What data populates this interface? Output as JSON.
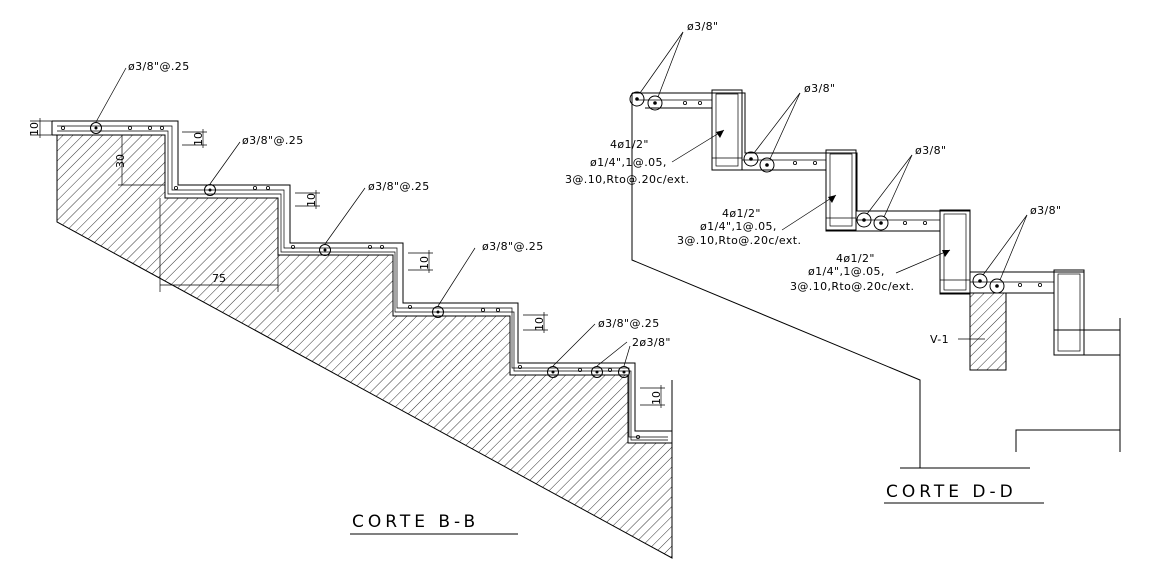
{
  "section_bb": {
    "title": "CORTE B-B",
    "rebar_labels": [
      "ø3/8\"@.25",
      "ø3/8\"@.25",
      "ø3/8\"@.25",
      "ø3/8\"@.25",
      "ø3/8\"@.25"
    ],
    "rebar_label_end": "2ø3/8\"",
    "dim_10": "10",
    "dim_30": "30",
    "dim_75": "75"
  },
  "section_dd": {
    "title": "CORTE D-D",
    "rebar_label": "ø3/8\"",
    "beam_block": {
      "line1": "4ø1/2\"",
      "line2": "ø1/4\",1@.05,",
      "line3": "3@.10,Rto@.20c/ext."
    },
    "beam_label": "V-1"
  }
}
